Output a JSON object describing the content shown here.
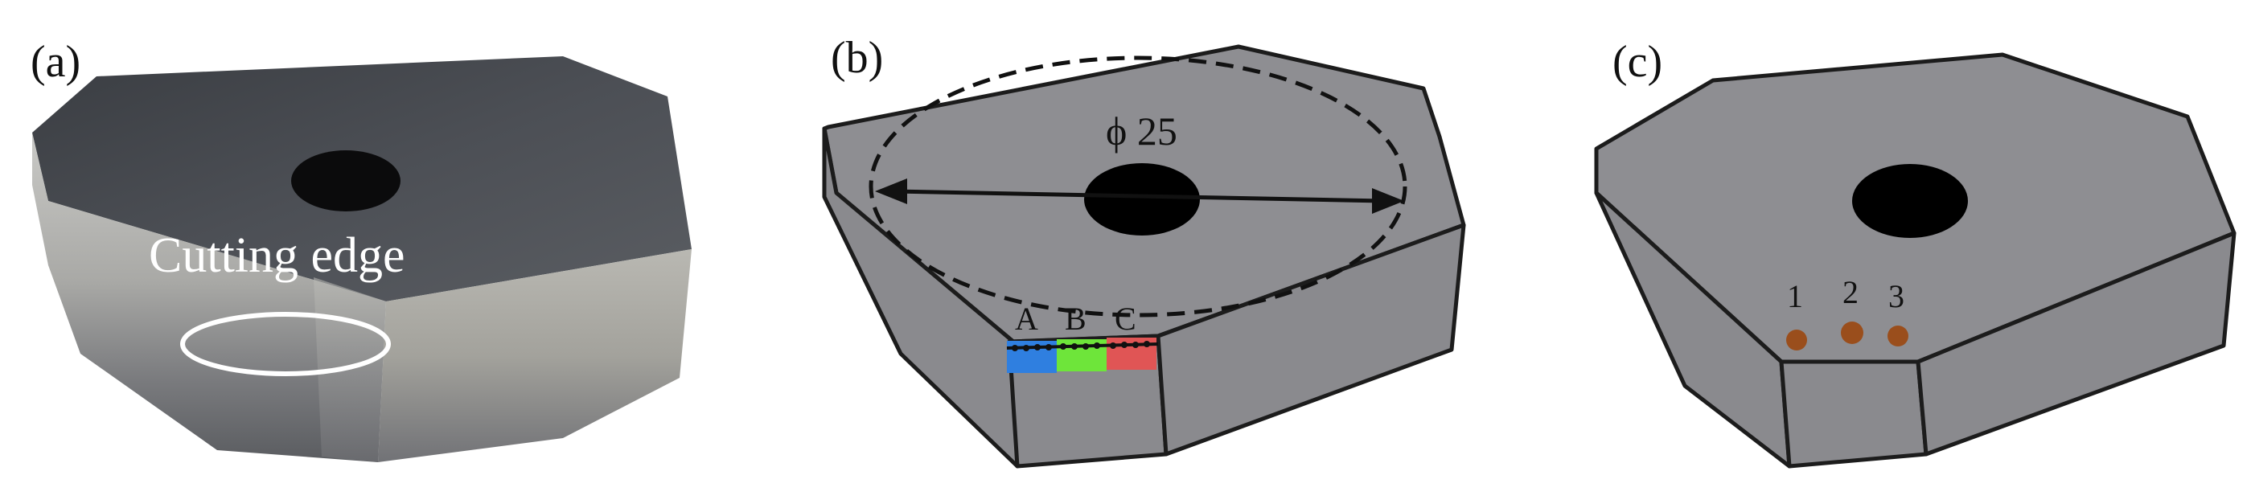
{
  "panels": {
    "a": {
      "label": "(a)",
      "annotation": "Cutting edge"
    },
    "b": {
      "label": "(b)",
      "diameter_label": "ϕ 25",
      "zones": [
        {
          "label": "A",
          "color": "#2f7fe0"
        },
        {
          "label": "B",
          "color": "#6ee53a"
        },
        {
          "label": "C",
          "color": "#e05555"
        }
      ]
    },
    "c": {
      "label": "(c)",
      "points": [
        {
          "label": "1"
        },
        {
          "label": "2"
        },
        {
          "label": "3"
        }
      ]
    }
  },
  "colors": {
    "insert_face": "#8a8a8e",
    "insert_top": "#8e8e92",
    "outline": "#1c1c1c",
    "hole": "#000000",
    "point_marker": "#9a4e1c",
    "photo_highlight": "#ffffff"
  }
}
